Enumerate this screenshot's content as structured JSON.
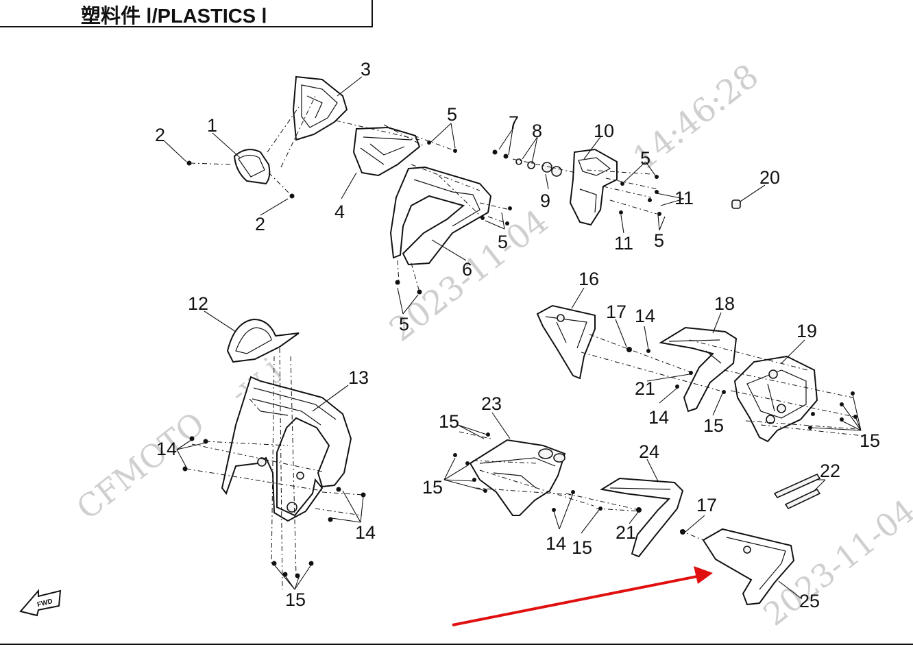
{
  "title": "塑料件 Ⅰ/PLASTICS Ⅰ",
  "watermarks": [
    "CFMOTO",
    "-w j",
    "2023-11-04",
    "14:46:28",
    "2023-11-04"
  ],
  "fwd_label": "FWD",
  "callouts": [
    "1",
    "2",
    "2",
    "3",
    "4",
    "5",
    "5",
    "5",
    "5",
    "5",
    "5",
    "6",
    "7",
    "8",
    "9",
    "10",
    "11",
    "11",
    "12",
    "13",
    "14",
    "14",
    "14",
    "14",
    "14",
    "15",
    "15",
    "15",
    "15",
    "15",
    "15",
    "15",
    "16",
    "17",
    "17",
    "18",
    "19",
    "20",
    "21",
    "21",
    "21",
    "22",
    "23",
    "24",
    "25"
  ],
  "colors": {
    "line": "#111111",
    "arrow": "#e01010",
    "watermark": "#cfcfcf"
  }
}
